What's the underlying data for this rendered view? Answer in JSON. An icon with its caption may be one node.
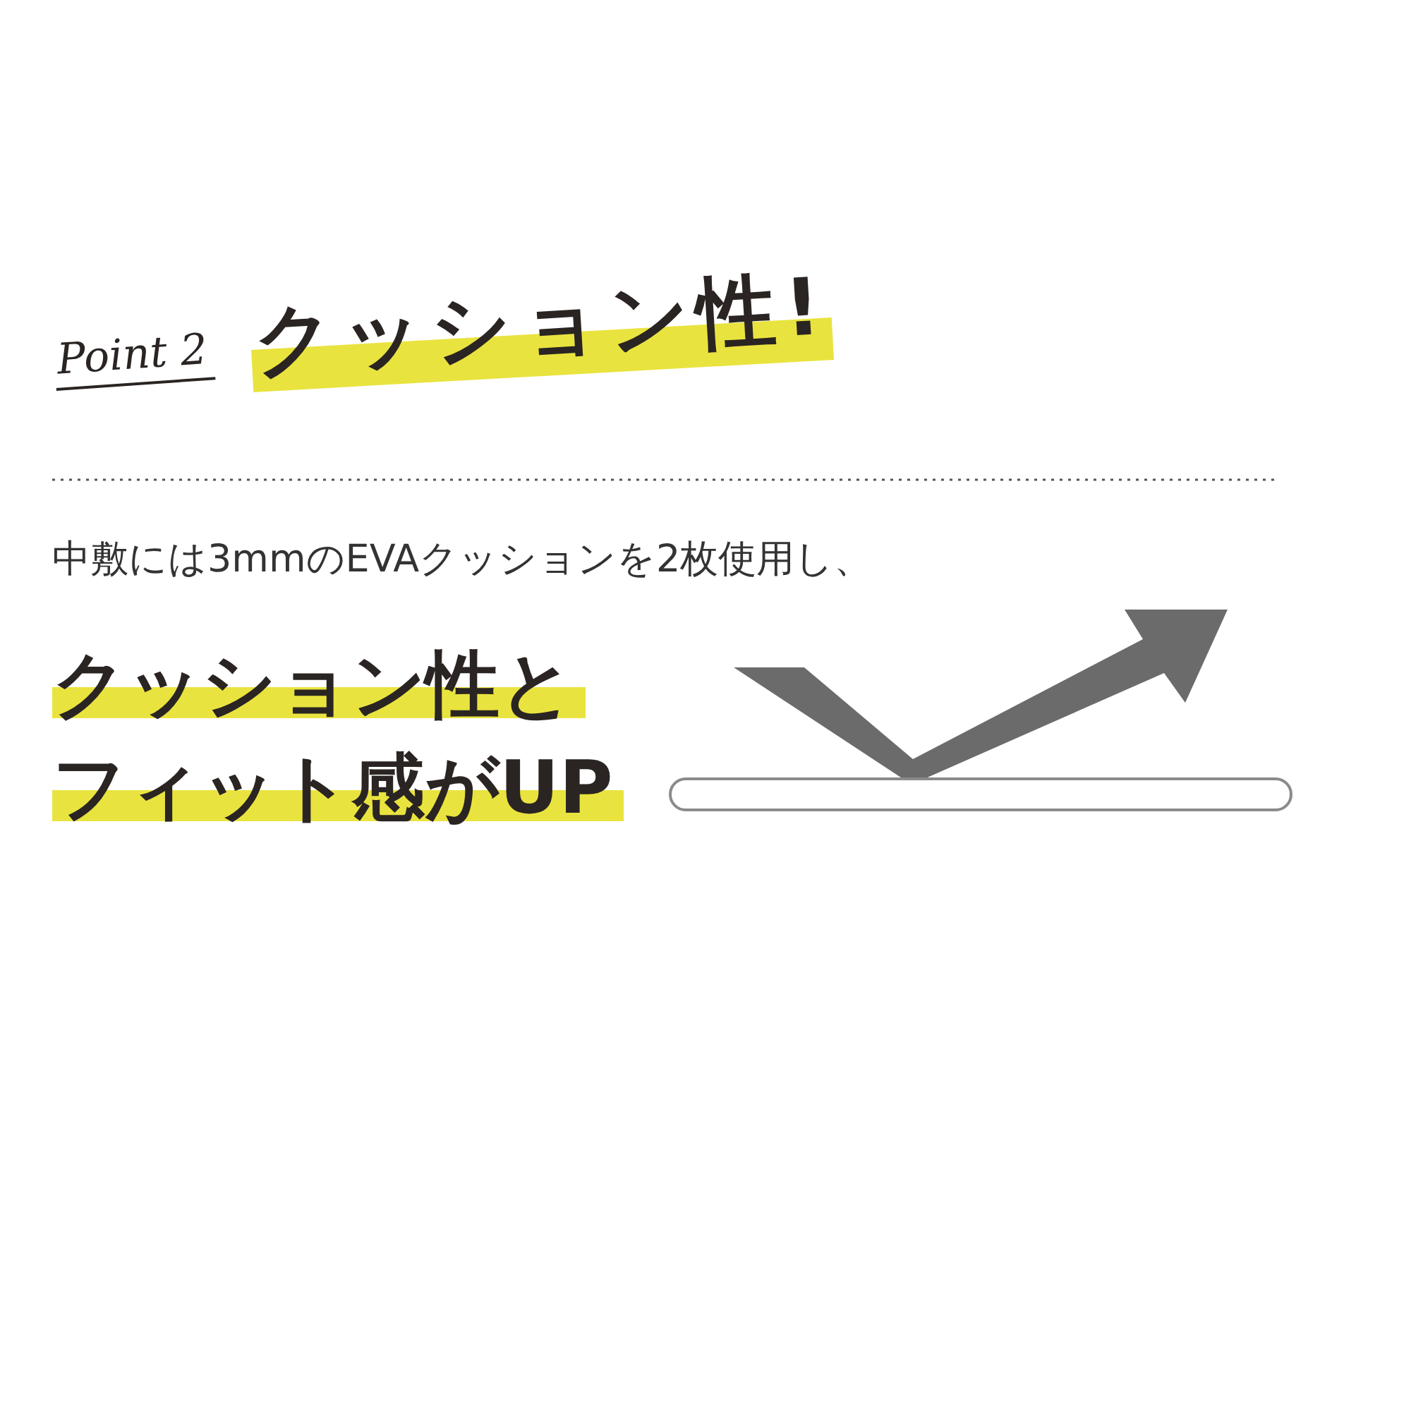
{
  "diagram": {
    "title": "クッション性!",
    "labels": [
      "Point 2",
      "中敷には3mmのEVAクッションを2枚使用し、",
      "クッション性とフィット感がUP"
    ]
  }
}
